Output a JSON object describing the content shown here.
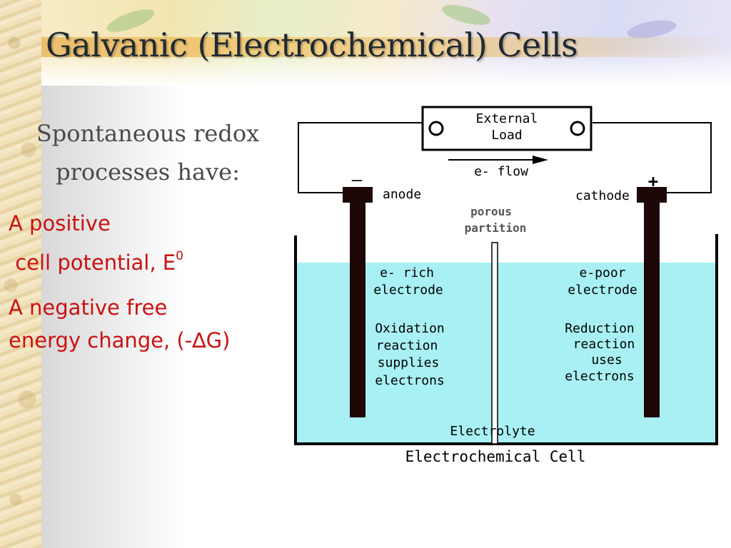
{
  "slide": {
    "title": "Galvanic (Electrochemical) Cells",
    "intro_lines": [
      "Spontaneous redox",
      "processes have:"
    ],
    "points": [
      {
        "lines": [
          "A positive",
          " cell potential, E"
        ],
        "superscript": "0"
      },
      {
        "lines": [
          "A negative free",
          "energy change, (-∆G)"
        ]
      }
    ]
  },
  "diagram": {
    "external_load": [
      "External",
      "Load"
    ],
    "electron_flow": "e- flow",
    "anode_sign": "–",
    "cathode_sign": "+",
    "anode_label": "anode",
    "cathode_label": "cathode",
    "partition_label": [
      "porous",
      "partition"
    ],
    "anode_text": [
      "e- rich",
      "electrode"
    ],
    "cathode_text": [
      "e-poor",
      "electrode"
    ],
    "oxidation_text": [
      "Oxidation",
      "reaction",
      "supplies",
      "electrons"
    ],
    "reduction_text": [
      "Reduction",
      "reaction",
      "uses",
      "electrons"
    ],
    "electrolyte_label": "Electrolyte",
    "caption": "Electrochemical Cell",
    "colors": {
      "electrolyte": "#a8f0f4",
      "electrode": "#1e0707",
      "title": "#1f2a33",
      "emphasis": "#cc1111"
    }
  }
}
